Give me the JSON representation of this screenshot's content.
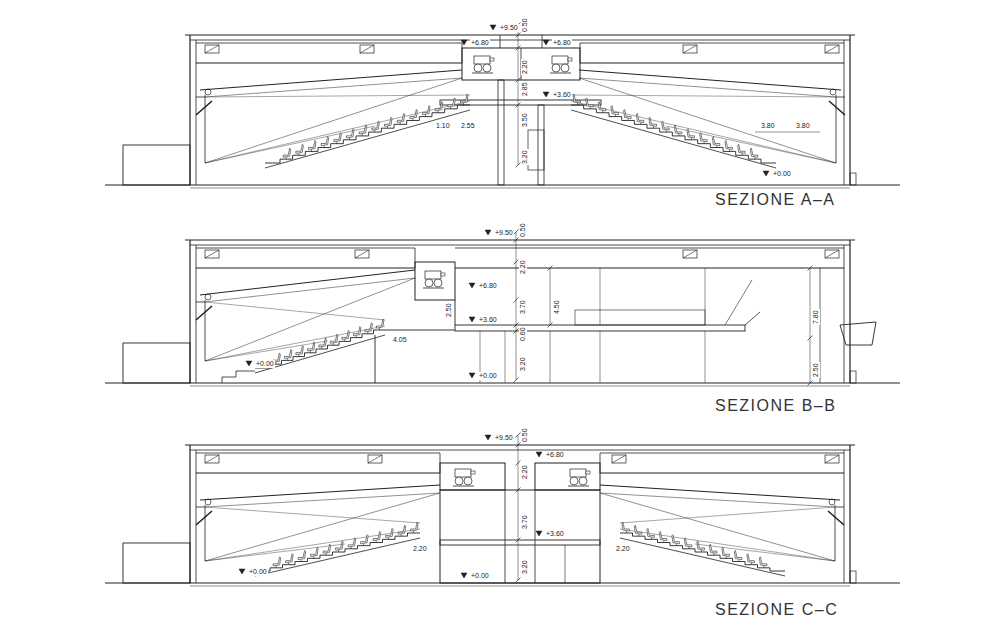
{
  "diagram": {
    "labels": [
      "+9.50",
      "0.50",
      "+6.80",
      "+6.80",
      "2.20",
      "2.85",
      "3.50",
      "+3.60",
      "1.10",
      "2.55",
      "3.20",
      "3.80",
      "3.80",
      "+0.00",
      "SEZIONE A–A",
      "+9.50",
      "0.50",
      "2.20",
      "+6.80",
      "2.50",
      "3.70",
      "4.50",
      "+3.60",
      "0.60",
      "4.05",
      "+0.00",
      "3.20",
      "+0.00",
      "7.80",
      "2.50",
      "SEZIONE B–B",
      "+9.50",
      "0.50",
      "2.20",
      "+6.80",
      "3.70",
      "+3.60",
      "3.20",
      "+0.00",
      "2.20",
      "2.20",
      "+0.00",
      "SEZIONE C–C"
    ]
  }
}
